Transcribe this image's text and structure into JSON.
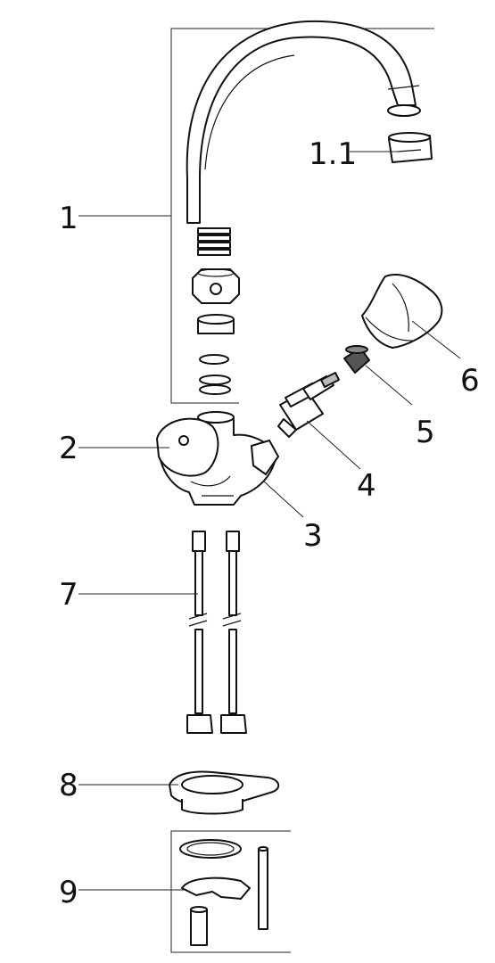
{
  "callouts": [
    {
      "id": "1",
      "label": "1"
    },
    {
      "id": "1.1",
      "label": "1.1"
    },
    {
      "id": "2",
      "label": "2"
    },
    {
      "id": "3",
      "label": "3"
    },
    {
      "id": "4",
      "label": "4"
    },
    {
      "id": "5",
      "label": "5"
    },
    {
      "id": "6",
      "label": "6"
    },
    {
      "id": "7",
      "label": "7"
    },
    {
      "id": "8",
      "label": "8"
    },
    {
      "id": "9",
      "label": "9"
    }
  ]
}
